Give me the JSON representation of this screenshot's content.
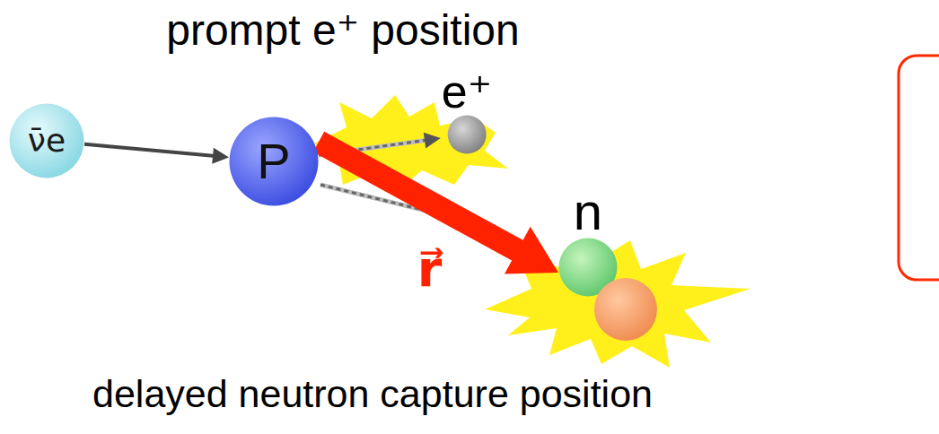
{
  "diagram": {
    "nodes": [
      {
        "text": [
          "ν̄e"
        ]
      },
      {
        "text": [
          "P"
        ]
      },
      {
        "text": [
          "e⁺"
        ]
      },
      {
        "text": [
          "n"
        ]
      }
    ],
    "edges": [
      {
        "from": 0,
        "to": 1,
        "arrow": "to"
      },
      {
        "from": 1,
        "to": 2,
        "arrow": "to"
      },
      {
        "from": 1,
        "to": 3,
        "arrow": "to",
        "label": "r⃗"
      }
    ],
    "labels": [
      "prompt e⁺ position",
      "delayed neutron capture position"
    ]
  }
}
